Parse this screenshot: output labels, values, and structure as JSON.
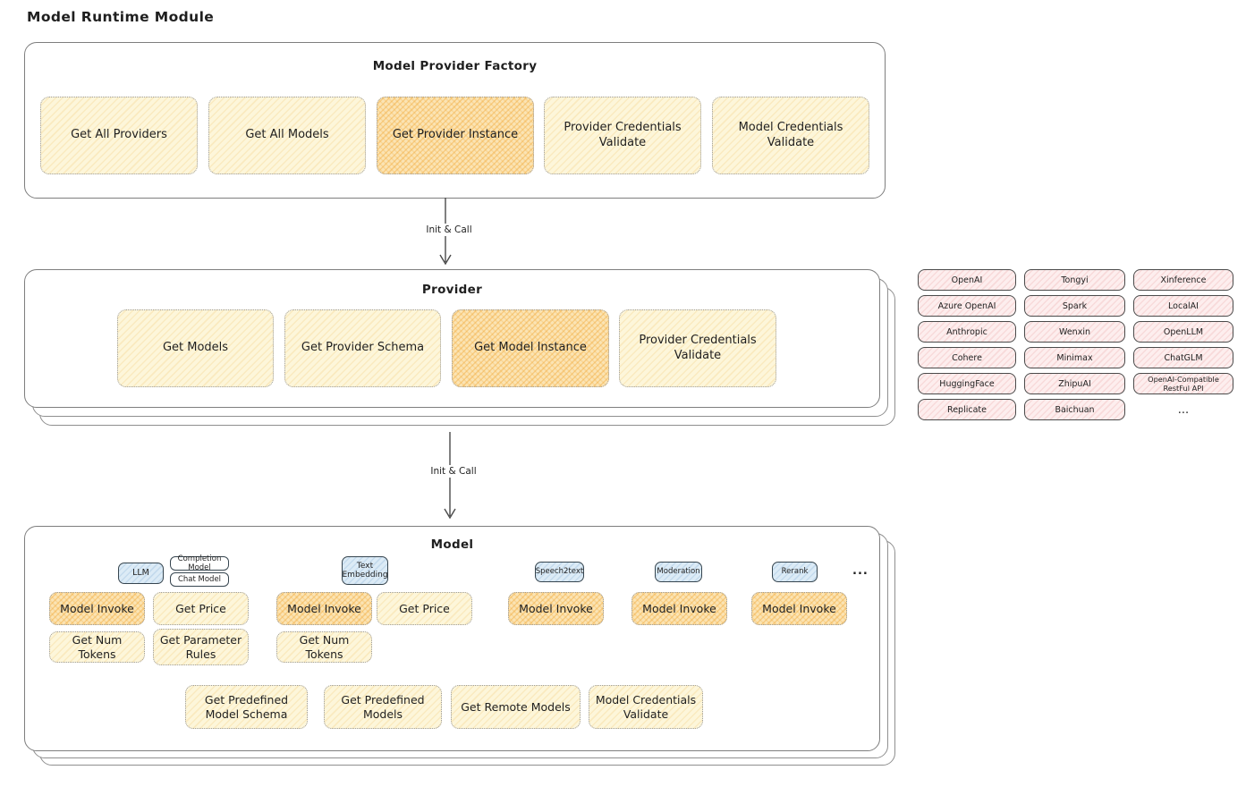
{
  "page": {
    "title": "Model Runtime Module"
  },
  "colors": {
    "cream_fill": "#fdf6da",
    "highlight_fill": "#fbe4b4",
    "pink_fill": "#fdeeee",
    "blue_fill": "#dcebf6",
    "container_border": "#7e7e7e",
    "text": "#1f1f1f"
  },
  "factory": {
    "title": "Model Provider Factory",
    "methods": [
      {
        "label": "Get All Providers",
        "highlight": false
      },
      {
        "label": "Get All Models",
        "highlight": false
      },
      {
        "label": "Get Provider Instance",
        "highlight": true
      },
      {
        "label": "Provider Credentials Validate",
        "highlight": false
      },
      {
        "label": "Model Credentials Validate",
        "highlight": false
      }
    ]
  },
  "arrows": [
    {
      "label": "Init & Call"
    },
    {
      "label": "Init & Call"
    }
  ],
  "provider": {
    "title": "Provider",
    "methods": [
      {
        "label": "Get Models",
        "highlight": false
      },
      {
        "label": "Get Provider Schema",
        "highlight": false
      },
      {
        "label": "Get Model Instance",
        "highlight": true
      },
      {
        "label": "Provider Credentials Validate",
        "highlight": false
      }
    ]
  },
  "providers_panel": {
    "items": [
      "OpenAI",
      "Tongyi",
      "Xinference",
      "Azure OpenAI",
      "Spark",
      "LocalAI",
      "Anthropic",
      "Wenxin",
      "OpenLLM",
      "Cohere",
      "Minimax",
      "ChatGLM",
      "HuggingFace",
      "ZhipuAI",
      "OpenAI-Compatible RestFul API",
      "Replicate",
      "Baichuan",
      "..."
    ]
  },
  "model": {
    "title": "Model",
    "tabs": [
      {
        "label": "LLM"
      },
      {
        "label": "Completion Model"
      },
      {
        "label": "Chat Model"
      },
      {
        "label": "Text Embedding"
      },
      {
        "label": "Speech2text"
      },
      {
        "label": "Moderation"
      },
      {
        "label": "Rerank"
      }
    ],
    "ellipsis": "...",
    "methods": [
      {
        "label": "Model Invoke",
        "highlight": true
      },
      {
        "label": "Get Price",
        "highlight": false
      },
      {
        "label": "Model Invoke",
        "highlight": true
      },
      {
        "label": "Get Price",
        "highlight": false
      },
      {
        "label": "Model Invoke",
        "highlight": true
      },
      {
        "label": "Model Invoke",
        "highlight": true
      },
      {
        "label": "Model Invoke",
        "highlight": true
      },
      {
        "label": "Get Num Tokens",
        "highlight": false
      },
      {
        "label": "Get Parameter Rules",
        "highlight": false
      },
      {
        "label": "Get Num Tokens",
        "highlight": false
      },
      {
        "label": "Get Predefined Model Schema",
        "highlight": false
      },
      {
        "label": "Get Predefined Models",
        "highlight": false
      },
      {
        "label": "Get Remote Models",
        "highlight": false
      },
      {
        "label": "Model Credentials Validate",
        "highlight": false
      }
    ]
  }
}
